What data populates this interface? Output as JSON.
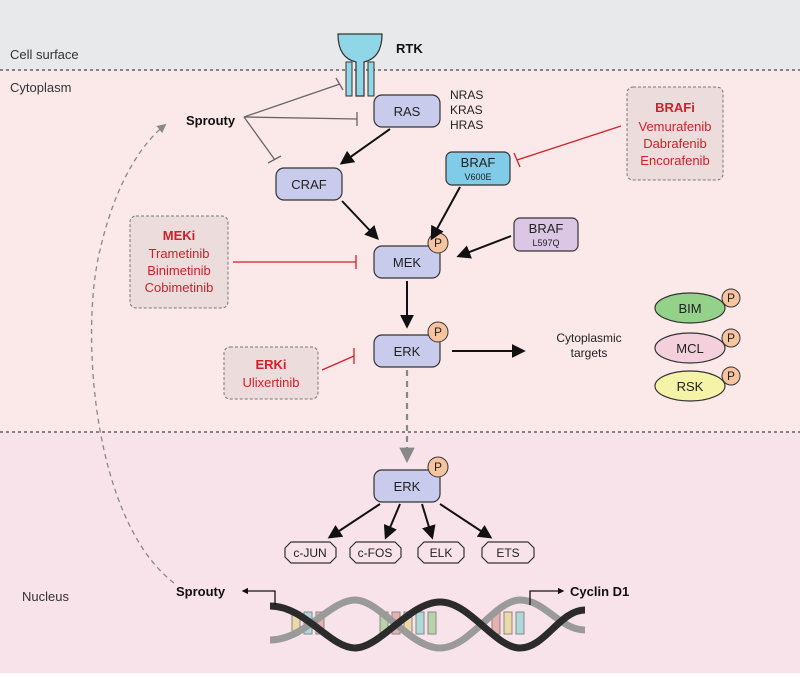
{
  "regions": {
    "cell_surface": "Cell surface",
    "cytoplasm": "Cytoplasm",
    "nucleus": "Nucleus"
  },
  "rtk": "RTK",
  "sprouty_top": "Sprouty",
  "sprouty_bottom": "Sprouty",
  "ras": {
    "label": "RAS",
    "isoforms": [
      "NRAS",
      "KRAS",
      "HRAS"
    ]
  },
  "craf": "CRAF",
  "braf_v600e": {
    "label": "BRAF",
    "mutation": "V600E"
  },
  "braf_l597q": {
    "label": "BRAF",
    "mutation": "L597Q"
  },
  "mek": "MEK",
  "erk_cyto": "ERK",
  "erk_nuc": "ERK",
  "phospho": "P",
  "braf_inhibitors": {
    "title": "BRAFi",
    "drugs": [
      "Vemurafenib",
      "Dabrafenib",
      "Encorafenib"
    ]
  },
  "mek_inhibitors": {
    "title": "MEKi",
    "drugs": [
      "Trametinib",
      "Binimetinib",
      "Cobimetinib"
    ]
  },
  "erk_inhibitors": {
    "title": "ERKi",
    "drugs": [
      "Ulixertinib"
    ]
  },
  "cytoplasmic_targets": {
    "line1": "Cytoplasmic",
    "line2": "targets",
    "items": [
      "BIM",
      "MCL",
      "RSK"
    ]
  },
  "transcription_factors": [
    "c-JUN",
    "c-FOS",
    "ELK",
    "ETS"
  ],
  "cyclin_d1": "Cyclin D1",
  "colors": {
    "cell_surface_bg": "#e8e9ea",
    "cytoplasm_bg": "#fbe9e9",
    "nucleus_bg": "#f8e3ea",
    "kinase_fill": "#c9cbed",
    "braf_v600e_fill": "#7fcbe8",
    "braf_l597q_fill": "#dcc6e6",
    "phospho_fill": "#f7c4a0",
    "bim_fill": "#94d28a",
    "mcl_fill": "#f3d0dc",
    "rsk_fill": "#f5f3a7",
    "inhibitor_red": "#d0202a",
    "rtk_fill": "#8fd7e6"
  }
}
